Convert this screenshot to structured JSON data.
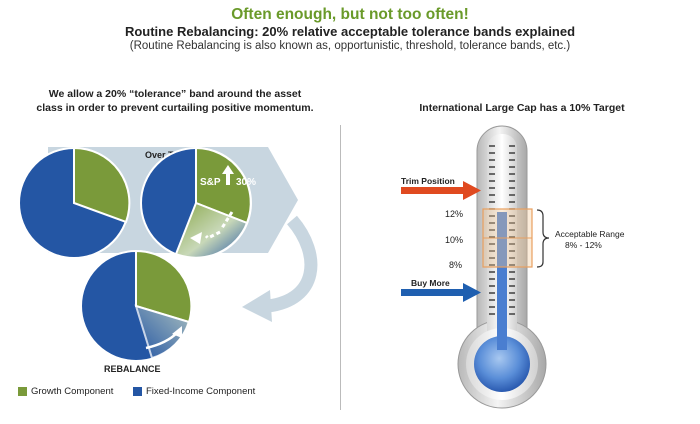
{
  "header": {
    "headline": "Often enough, but not too often!",
    "subheadline": "Routine Rebalancing: 20% relative acceptable tolerance bands explained",
    "note": "(Routine Rebalancing is also known as, opportunistic, threshold, tolerance bands, etc.)"
  },
  "left_panel": {
    "caption_line1": "We allow a 20% “tolerance” band around the asset",
    "caption_line2": "class in order to prevent curtailing positive momentum.",
    "over_time_label": "Over Time",
    "sp_label": "S&P",
    "sp_change": "30%",
    "rebalance_label": "REBALANCE",
    "legend": [
      {
        "label": "Growth Component",
        "color": "#7a9a3a"
      },
      {
        "label": "Fixed-Income Component",
        "color": "#2456a4"
      }
    ]
  },
  "right_panel": {
    "title": "International Large Cap has a 10% Target",
    "trim_label": "Trim Position",
    "buy_label": "Buy More",
    "ticks": [
      "12%",
      "10%",
      "8%"
    ],
    "range_title": "Acceptable Range",
    "range_values": "8% - 12%"
  },
  "colors": {
    "headline": "#6a9a2a",
    "growth": "#7a9a3a",
    "fixed_income": "#2456a4",
    "trim_arrow": "#e04a20",
    "buy_arrow": "#1f5fb0",
    "range_box": "#e8a060"
  }
}
